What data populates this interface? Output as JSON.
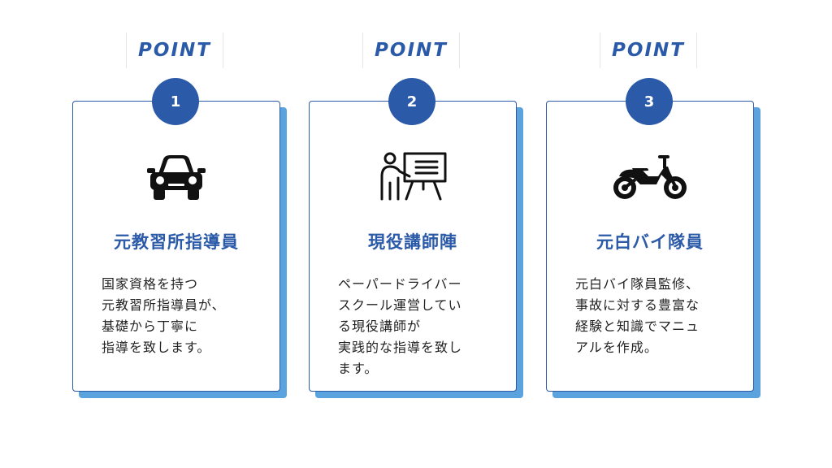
{
  "colors": {
    "accent": "#2b5aa8",
    "shadow": "#5aa3de",
    "text": "#222222",
    "icon": "#111111"
  },
  "points": [
    {
      "label": "POINT",
      "number": "1",
      "icon": "car-icon",
      "title": "元教習所指導員",
      "description": "国家資格を持つ\n元教習所指導員が、\n基礎から丁寧に\n指導を致します。"
    },
    {
      "label": "POINT",
      "number": "2",
      "icon": "instructor-whiteboard-icon",
      "title": "現役講師陣",
      "description": "ペーパードライバー\nスクール運営してい\nる現役講師が\n実践的な指導を致し\nます。"
    },
    {
      "label": "POINT",
      "number": "3",
      "icon": "motorcycle-icon",
      "title": "元白バイ隊員",
      "description": "元白バイ隊員監修、\n事故に対する豊富な\n経験と知識でマニュ\nアルを作成。"
    }
  ]
}
